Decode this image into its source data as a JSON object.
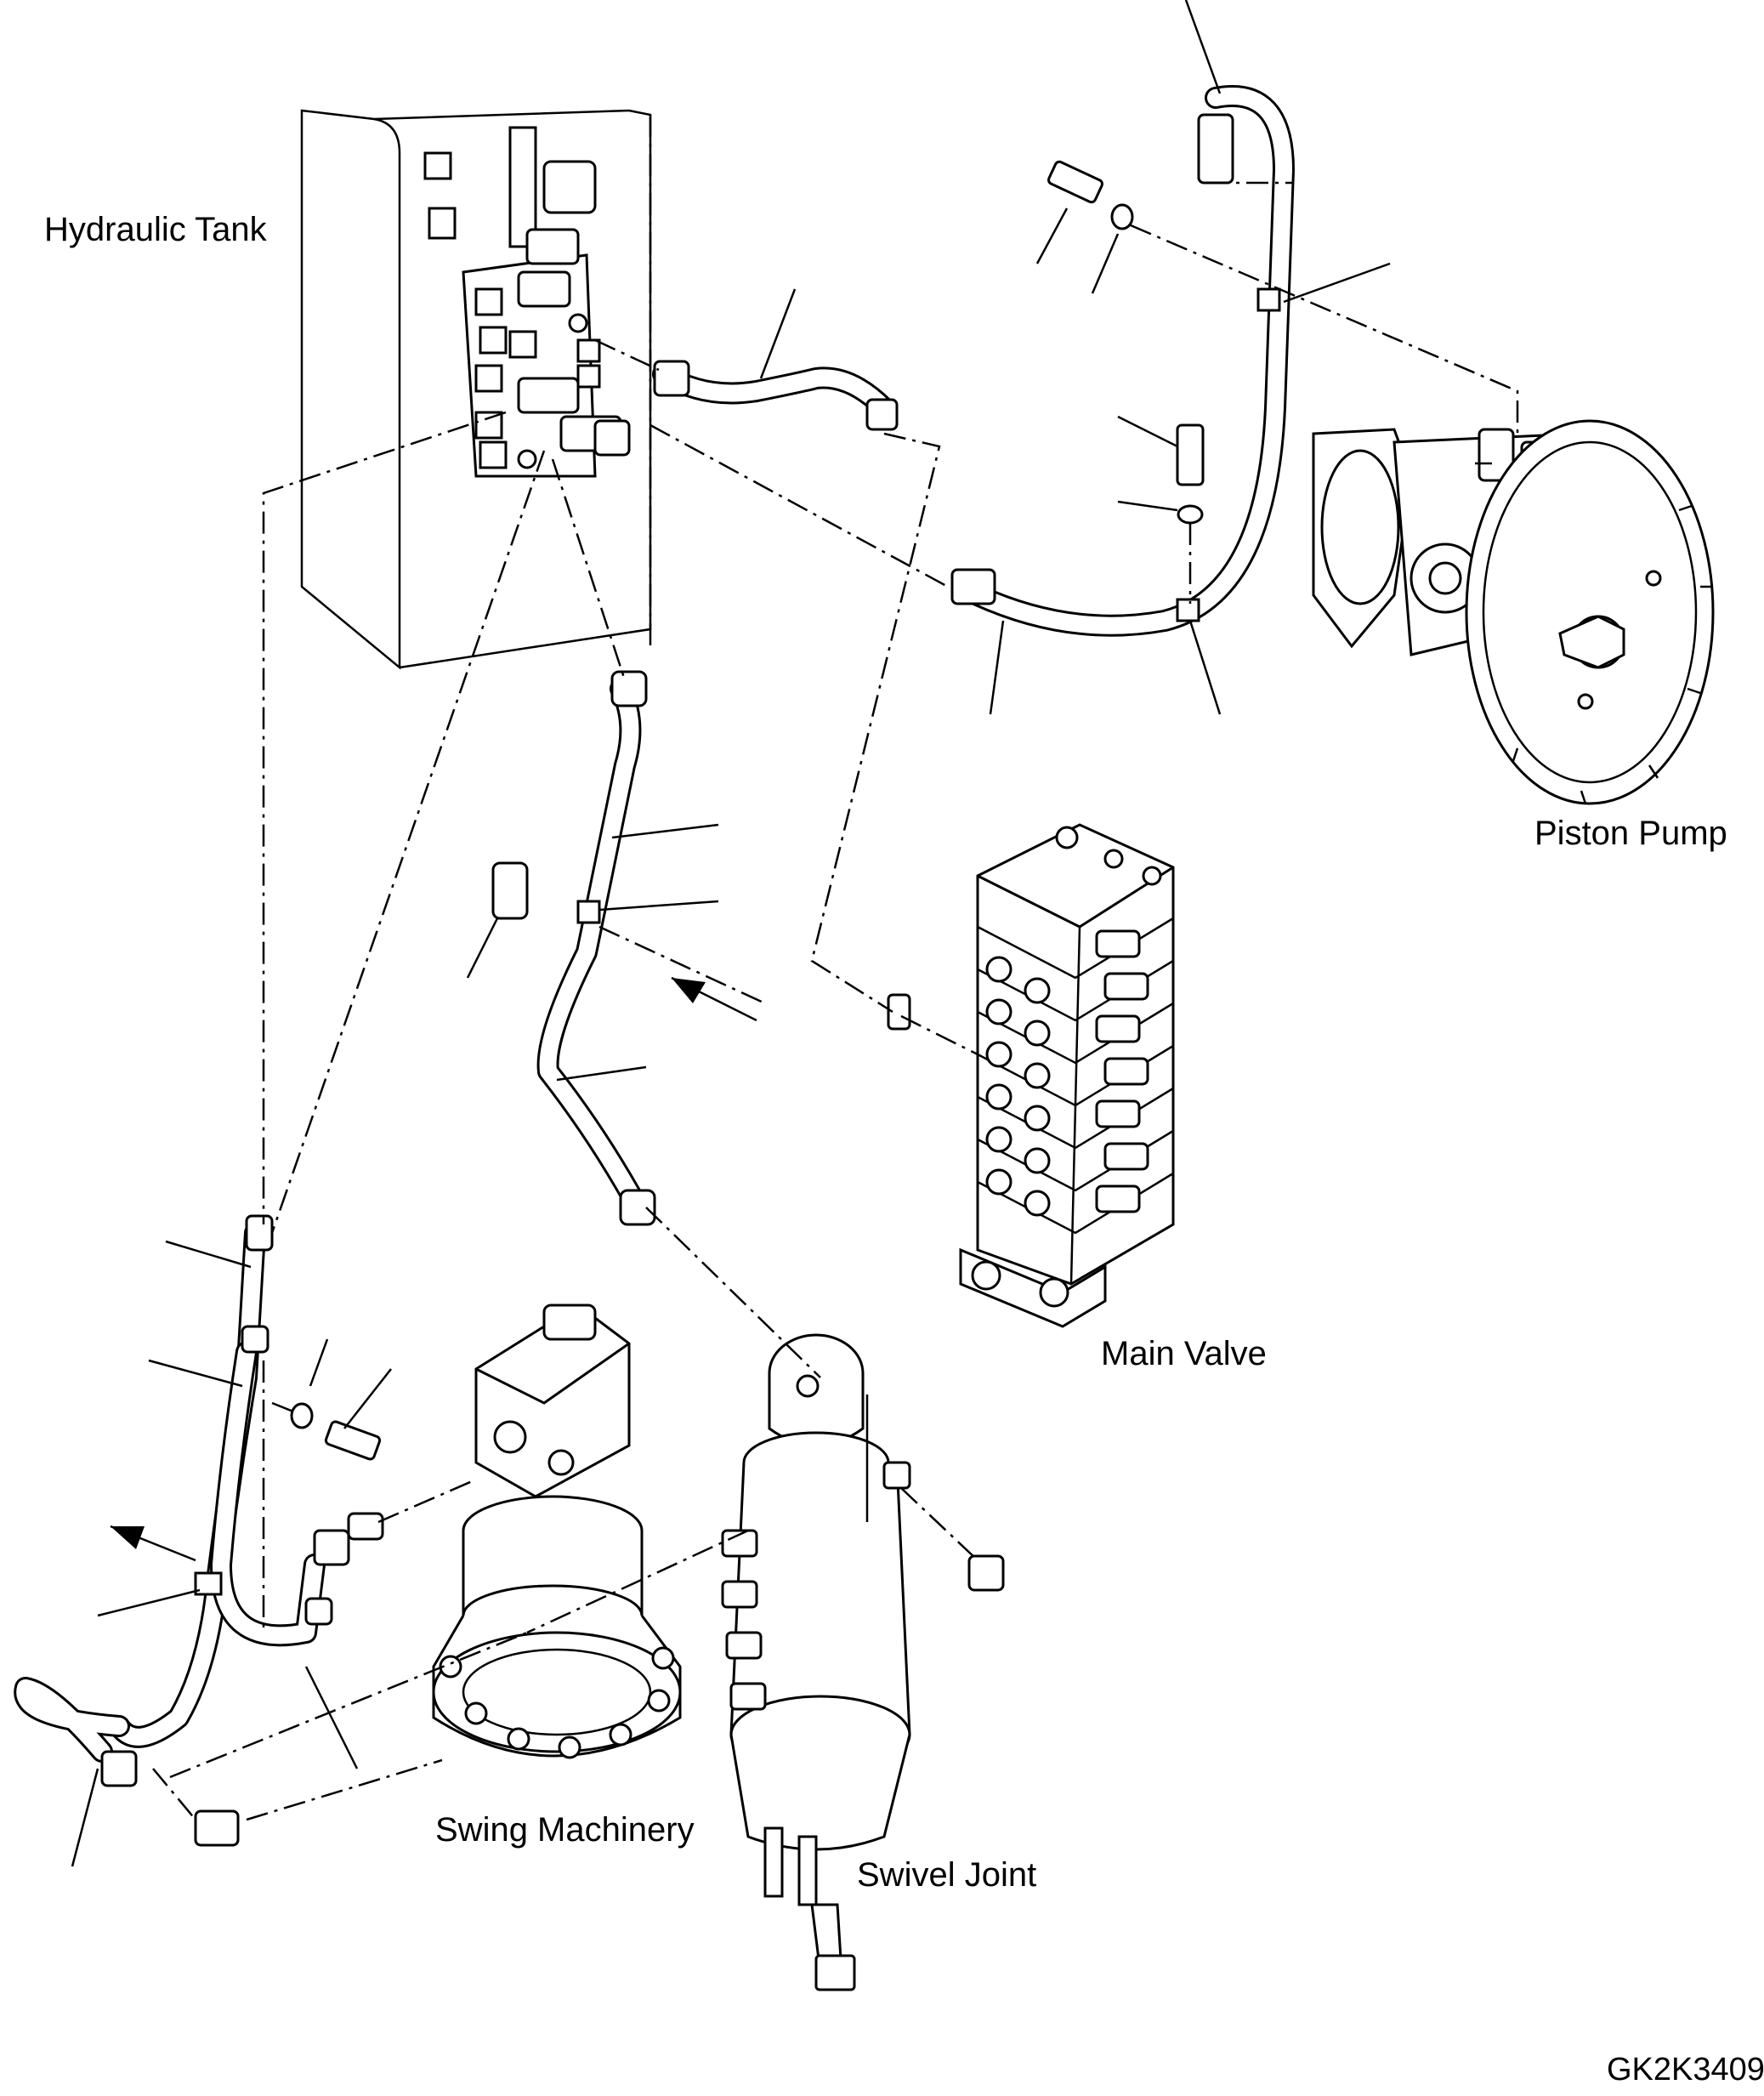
{
  "labels": {
    "hydraulic_tank": "Hydraulic Tank",
    "piston_pump": "Piston Pump",
    "main_valve": "Main Valve",
    "swing_machinery": "Swing Machinery",
    "swivel_joint": "Swivel Joint",
    "drawing_code": "GK2K3409"
  }
}
